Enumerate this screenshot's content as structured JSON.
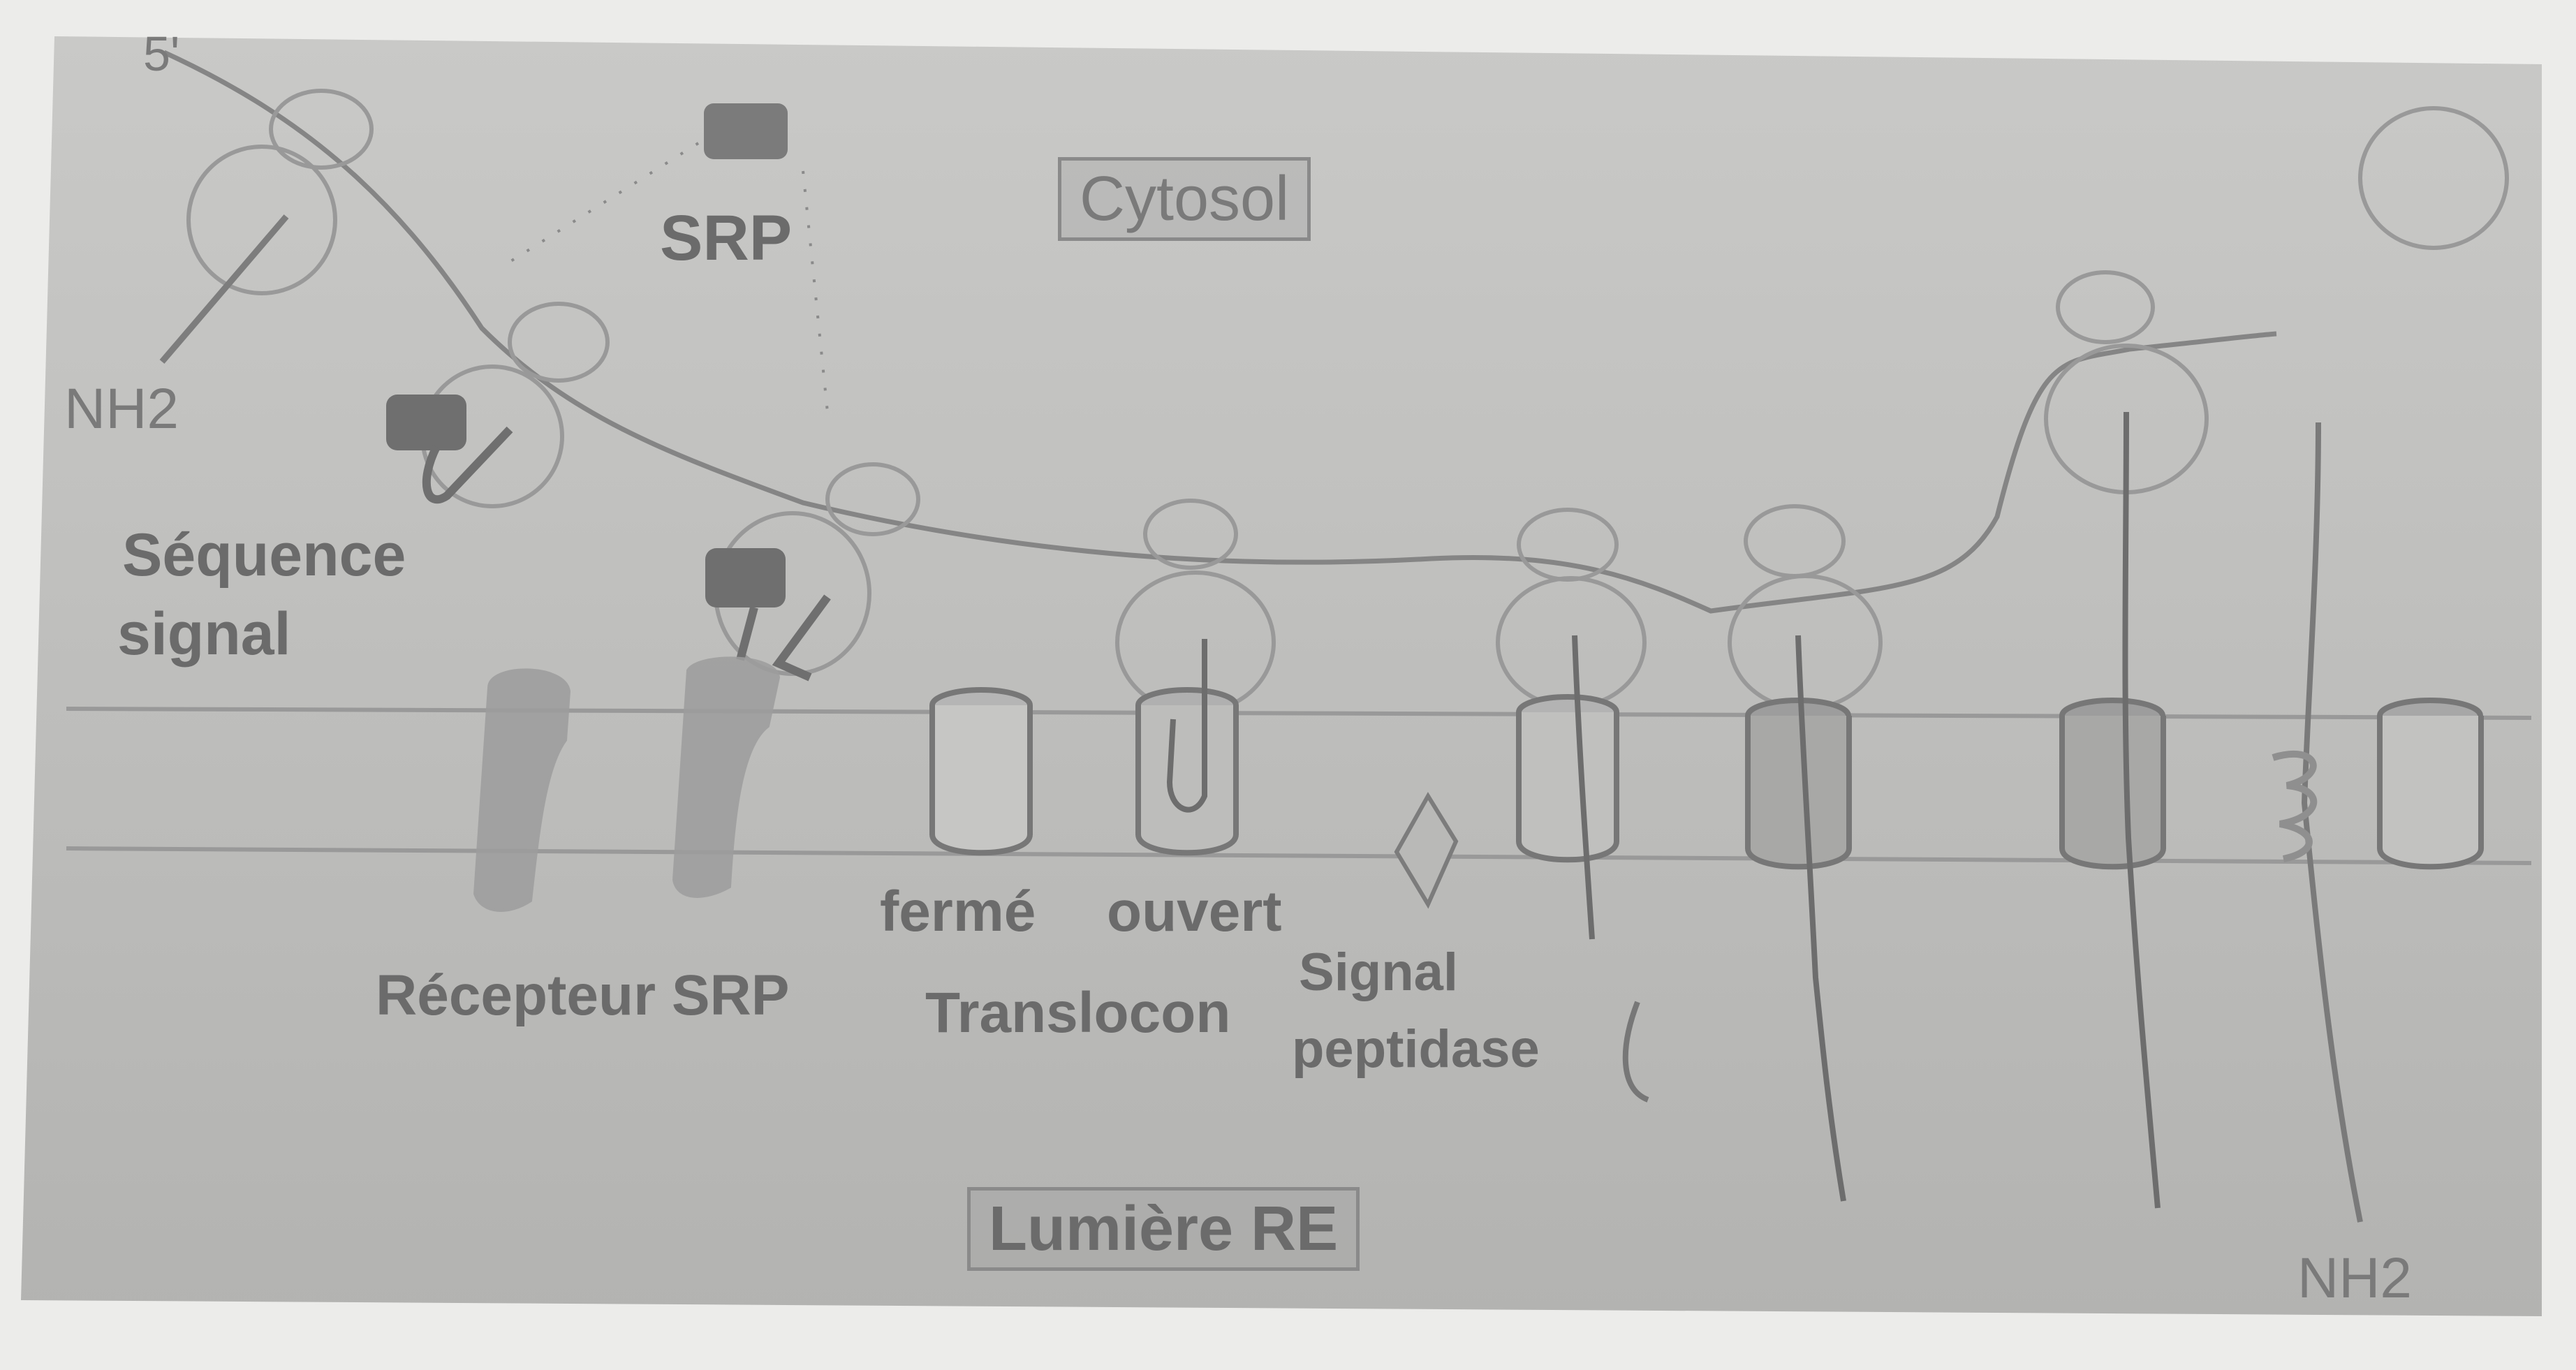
{
  "labels": {
    "five_prime": "5'",
    "srp": "SRP",
    "cytosol": "Cytosol",
    "nh2_top": "NH2",
    "sequence_signal_line1": "Séquence",
    "sequence_signal_line2": "signal",
    "recepteur_srp": "Récepteur SRP",
    "ferme": "fermé",
    "ouvert": "ouvert",
    "translocon": "Translocon",
    "signal_peptidase_line1": "Signal",
    "signal_peptidase_line2": "peptidase",
    "lumiere_re": "Lumière RE",
    "nh2_bottom": "NH2"
  },
  "colors": {
    "panel_background": "#c4c4c2",
    "paper": "#ececea",
    "stroke": "#8c8c8c",
    "dark_fill": "#7b7b7b",
    "membrane": "#a9a9a9"
  }
}
